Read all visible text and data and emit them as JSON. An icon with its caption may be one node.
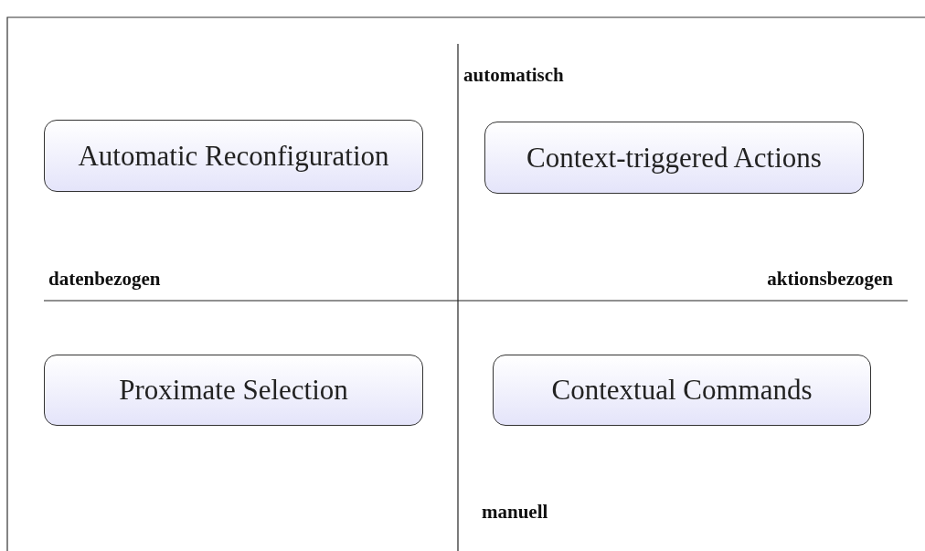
{
  "diagram": {
    "nodes": [
      {
        "text": [
          "Automatic Reconfiguration"
        ]
      },
      {
        "text": [
          "Context-triggered Actions"
        ]
      },
      {
        "text": [
          "Proximate Selection"
        ]
      },
      {
        "text": [
          "Contextual Commands"
        ]
      }
    ],
    "labels": [
      "automatisch",
      "datenbezogen",
      "aktionsbezogen",
      "manuell"
    ]
  }
}
